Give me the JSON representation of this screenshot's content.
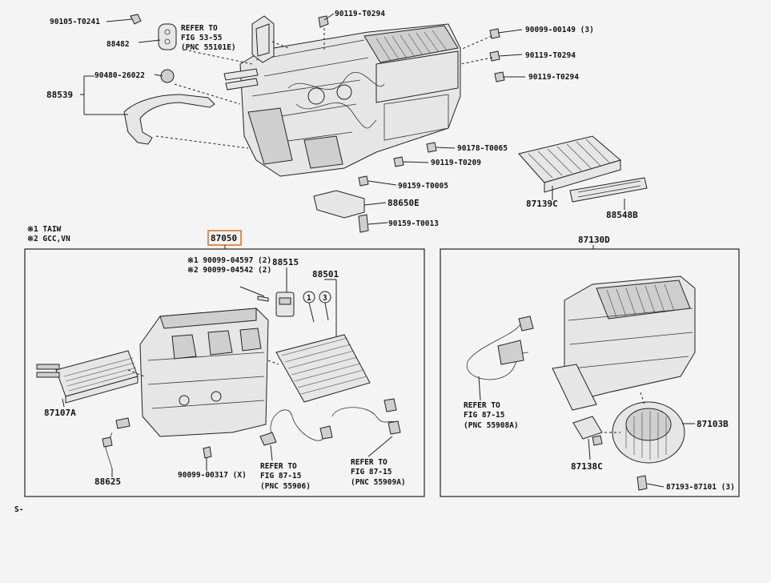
{
  "labels": {
    "p90105": "90105-T0241",
    "p88482": "88482",
    "refer_top": "REFER TO",
    "refer_top_fig": "FIG 53-55",
    "refer_top_pnc": "(PNC 55101E)",
    "p90119_a": "90119-T0294",
    "p90099_b": "90099-00149 (3)",
    "p90119_b": "90119-T0294",
    "p90119_c": "90119-T0294",
    "p90480": "90480-26022",
    "p88539": "88539",
    "p90178": "90178-T0065",
    "p90119_d": "90119-T0209",
    "p90159_a": "90159-T0005",
    "p88650": "88650E",
    "p90159_b": "90159-T0013",
    "p87139": "87139C",
    "p88548": "88548B",
    "note1": "※1 TAIW",
    "note2": "※2 GCC,VN",
    "p87050": "87050",
    "p87130": "87130D",
    "s_a": "※1 90099-04597 (2)",
    "s_b": "※2 90099-04542 (2)",
    "p88515": "88515",
    "p88501": "88501",
    "c1": "1",
    "c3": "3",
    "p87107": "87107A",
    "p88625": "88625",
    "p90099_x": "90099-00317 (X)",
    "refer_l": "REFER TO",
    "refer_l_fig": "FIG 87-15",
    "refer_l_pnc": "(PNC 55906)",
    "refer_r": "REFER TO",
    "refer_r_fig": "FIG 87-15",
    "refer_r_pnc": "(PNC 55909A)",
    "refer_m": "REFER TO",
    "refer_m_fig": "FIG 87-15",
    "refer_m_pnc": "(PNC 55908A)",
    "p87103": "87103B",
    "p87138": "87138C",
    "p87193": "87193-87101 (3)",
    "footer": "S-"
  },
  "colors": {
    "highlight": "#e8731a",
    "ink": "#222222",
    "background": "#f4f4f4"
  }
}
